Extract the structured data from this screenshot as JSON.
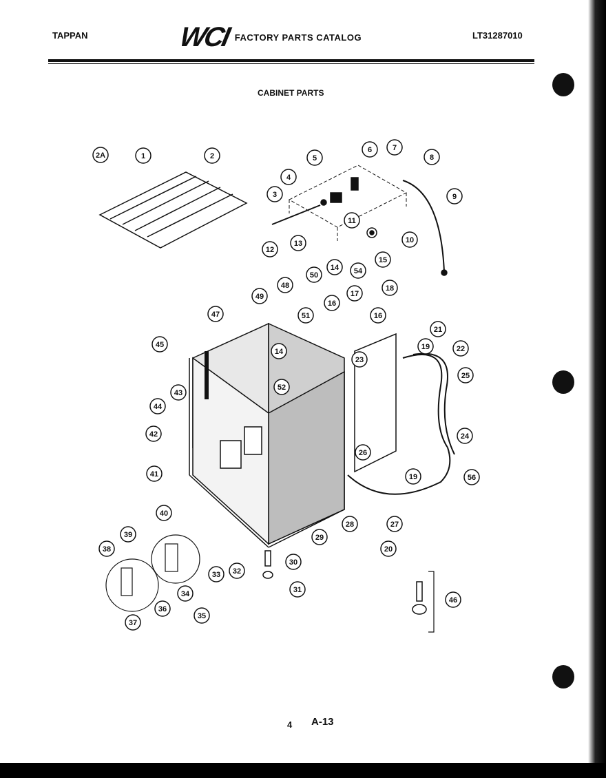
{
  "header": {
    "brand": "TAPPAN",
    "logo_text": "WCI",
    "catalog_title": "FACTORY PARTS CATALOG",
    "model_number": "LT31287010"
  },
  "section_title": "CABINET PARTS",
  "footer": {
    "page_number": "4",
    "page_code": "A-13"
  },
  "callouts": [
    "2A",
    "1",
    "2",
    "3",
    "4",
    "5",
    "6",
    "7",
    "8",
    "9",
    "11",
    "10",
    "12",
    "13",
    "14",
    "15",
    "50",
    "54",
    "49",
    "48",
    "16",
    "17",
    "18",
    "47",
    "51",
    "16",
    "21",
    "19",
    "22",
    "45",
    "14",
    "23",
    "25",
    "43",
    "52",
    "44",
    "42",
    "26",
    "24",
    "19",
    "56",
    "41",
    "40",
    "28",
    "27",
    "39",
    "29",
    "20",
    "38",
    "33",
    "32",
    "30",
    "34",
    "36",
    "35",
    "37",
    "31",
    "46"
  ]
}
